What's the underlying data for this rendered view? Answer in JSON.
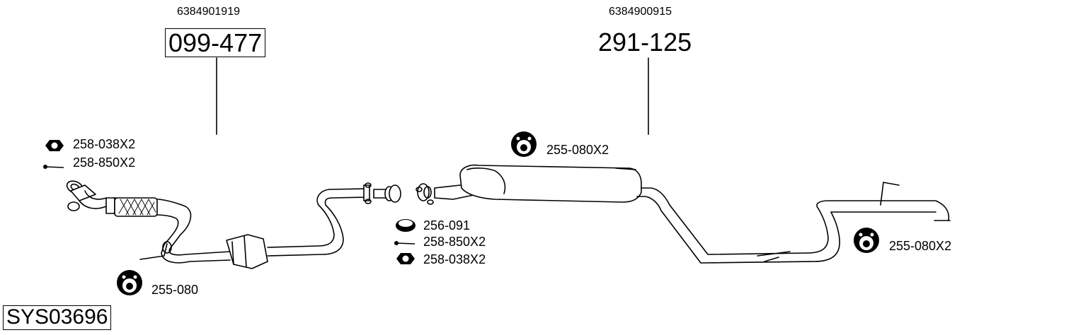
{
  "parts": {
    "front_pipe": {
      "oem": "6384901919",
      "number": "099-477"
    },
    "rear_silencer": {
      "oem": "6384900915",
      "number": "291-125"
    }
  },
  "accessories": {
    "front_nut": "258-038X2",
    "front_bolt": "258-850X2",
    "front_hanger": "255-080",
    "mid_gasket": "256-091",
    "mid_bolt": "258-850X2",
    "mid_nut": "258-038X2",
    "center_hanger": "255-080X2",
    "rear_hanger": "255-080X2"
  },
  "system_code": "SYS03696"
}
